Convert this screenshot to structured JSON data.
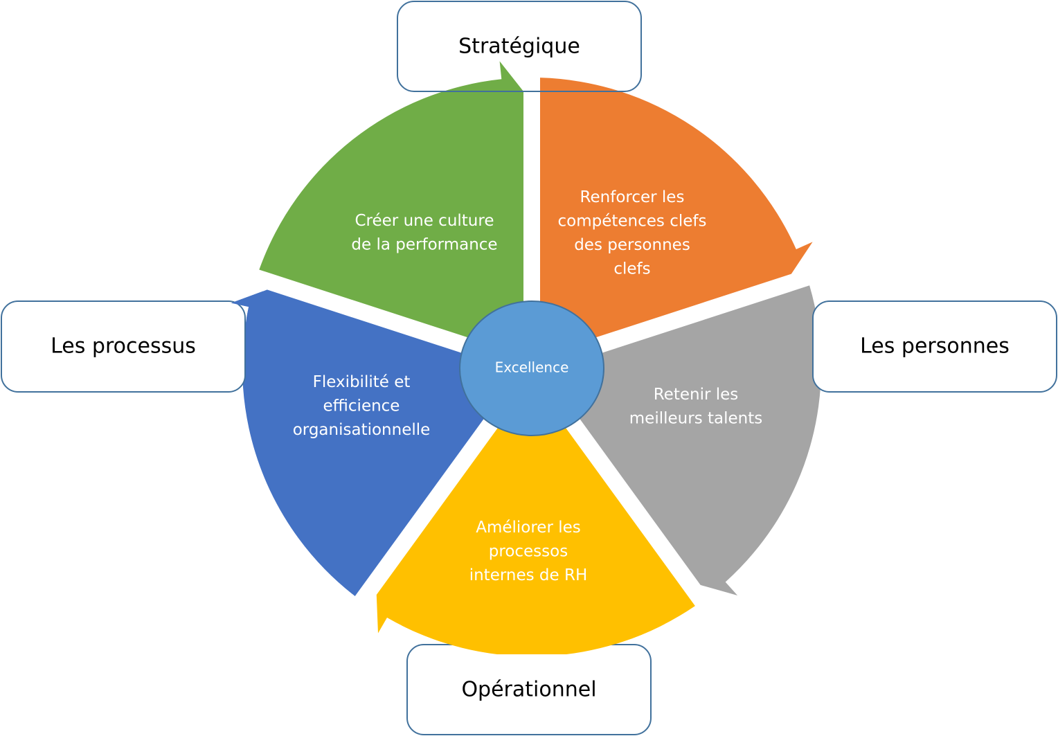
{
  "diagram": {
    "type": "cycle",
    "center": {
      "label": "Excellence",
      "fill": "#5B9BD5",
      "stroke": "#41719C"
    },
    "segments": [
      {
        "id": "green",
        "lines": [
          "Créer une culture",
          "de la performance"
        ],
        "color": "#70AD47"
      },
      {
        "id": "orange",
        "lines": [
          "Renforcer les",
          "compétences clefs",
          "des personnes",
          "clefs"
        ],
        "color": "#ED7D31"
      },
      {
        "id": "gray",
        "lines": [
          "Retenir les",
          "meilleurs talents"
        ],
        "color": "#A5A5A5"
      },
      {
        "id": "yellow",
        "lines": [
          "Améliorer les",
          "processos",
          "internes de RH"
        ],
        "color": "#FFC000"
      },
      {
        "id": "blue",
        "lines": [
          "Flexibilité et",
          "efficience",
          "organisationnelle"
        ],
        "color": "#4472C4"
      }
    ],
    "boxes": [
      {
        "id": "top",
        "label": "Stratégique"
      },
      {
        "id": "right",
        "label": "Les personnes"
      },
      {
        "id": "bottom",
        "label": "Opérationnel"
      },
      {
        "id": "left",
        "label": "Les processus"
      }
    ],
    "box_stroke": "#41719C"
  }
}
